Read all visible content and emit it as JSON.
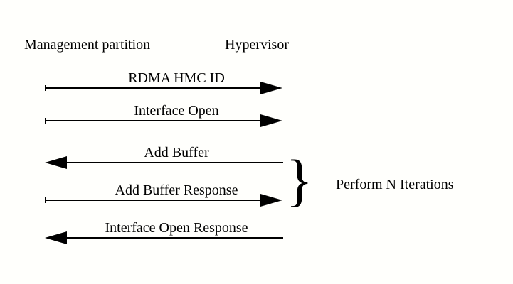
{
  "diagram": {
    "title_implicit": "message sequence",
    "colors": {
      "ink": "#000000",
      "background": "#fffffc"
    },
    "actors": {
      "left": "Management partition",
      "right": "Hypervisor"
    },
    "messages": [
      {
        "label": "RDMA HMC ID",
        "from": "Management partition",
        "to": "Hypervisor",
        "direction": "right"
      },
      {
        "label": "Interface Open",
        "from": "Management partition",
        "to": "Hypervisor",
        "direction": "right"
      },
      {
        "label": "Add Buffer",
        "from": "Hypervisor",
        "to": "Management partition",
        "direction": "left"
      },
      {
        "label": "Add Buffer Response",
        "from": "Management partition",
        "to": "Hypervisor",
        "direction": "right"
      },
      {
        "label": "Interface Open Response",
        "from": "Hypervisor",
        "to": "Management partition",
        "direction": "left"
      }
    ],
    "group": {
      "brace_glyph": "}",
      "label": "Perform N Iterations",
      "covers": [
        "Add Buffer",
        "Add Buffer Response"
      ]
    }
  }
}
